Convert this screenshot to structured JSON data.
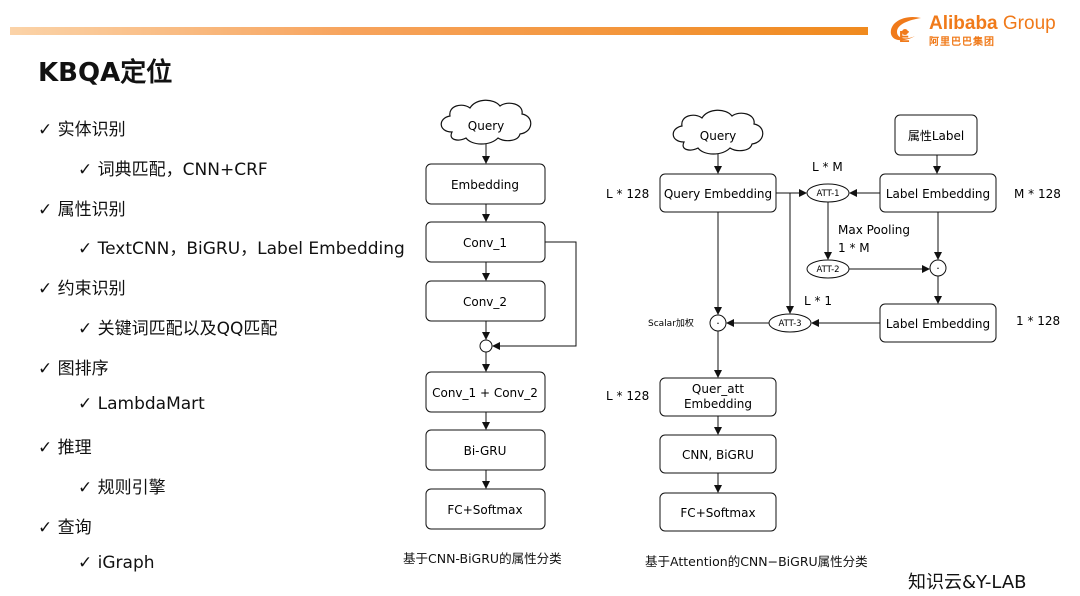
{
  "header": {
    "logo_brand": "Alibaba",
    "logo_group": "Group",
    "logo_sub": "阿里巴巴集团",
    "accent_color": "#f08a1e"
  },
  "page_title": "KBQA定位",
  "outline": [
    {
      "text": "✓ 实体识别",
      "level": 1
    },
    {
      "text": "✓ 词典匹配，CNN+CRF",
      "level": 2
    },
    {
      "text": "✓ 属性识别",
      "level": 1
    },
    {
      "text": "✓ TextCNN，BiGRU，Label Embedding",
      "level": 2
    },
    {
      "text": "✓ 约束识别",
      "level": 1
    },
    {
      "text": "✓ 关键词匹配以及QQ匹配",
      "level": 2
    },
    {
      "text": "✓ 图排序",
      "level": 1
    },
    {
      "text": "✓ LambdaMart",
      "level": 2
    },
    {
      "text": "✓ 推理",
      "level": 1
    },
    {
      "text": "✓ 规则引擎",
      "level": 2
    },
    {
      "text": "✓ 查询",
      "level": 1
    },
    {
      "text": "✓ iGraph",
      "level": 2
    }
  ],
  "diagram_left": {
    "query": "Query",
    "embedding": "Embedding",
    "conv1": "Conv_1",
    "conv2": "Conv_2",
    "combine_op": "",
    "sum": "Conv_1 + Conv_2",
    "bigru": "Bi-GRU",
    "fc": "FC+Softmax",
    "caption": "基于CNN-BiGRU的属性分类"
  },
  "diagram_right": {
    "query": "Query",
    "label": "属性Label",
    "query_embedding": "Query Embedding",
    "label_embedding": "Label Embedding",
    "label_embedding2": "Label Embedding",
    "att1": "ATT-1",
    "att2": "ATT-2",
    "att3": "ATT-3",
    "dot": "·",
    "dot2": "·",
    "lm": "L * M",
    "l128": "L * 128",
    "m128": "M * 128",
    "max_pooling": "Max Pooling",
    "one_m": "1 * M",
    "l1": "L * 1",
    "one128": "1 * 128",
    "scalar": "Scalar加权",
    "l128b": "L * 128",
    "quer_att_1": "Quer_att",
    "quer_att_2": "Embedding",
    "cnn_bigru": "CNN, BiGRU",
    "fc": "FC+Softmax",
    "caption": "基于Attention的CNN−BiGRU属性分类"
  },
  "footer": "知识云&Y-LAB"
}
